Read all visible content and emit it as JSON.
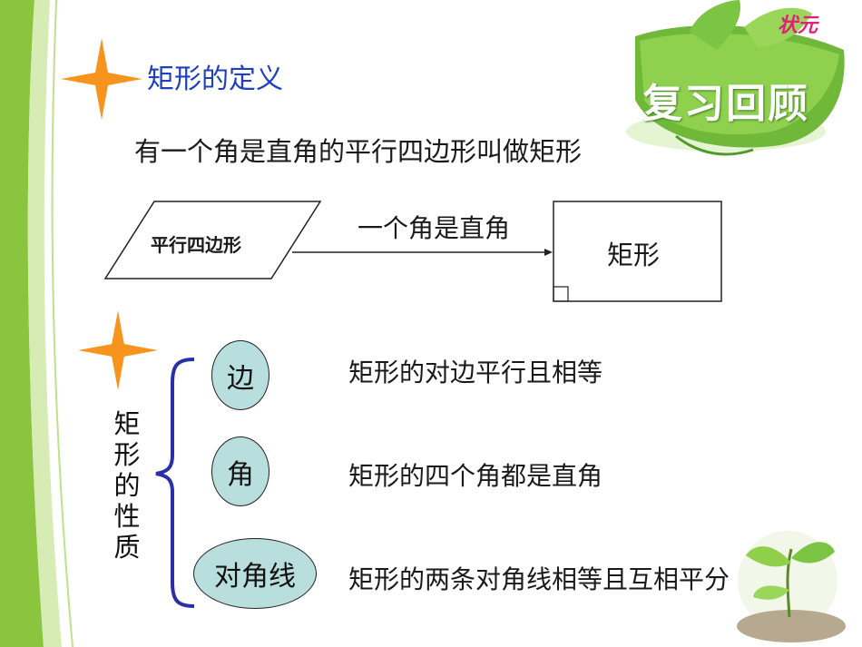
{
  "badge": {
    "title": "复习回顾",
    "brand": "状元"
  },
  "definition": {
    "heading": "矩形的定义",
    "statement": "有一个角是直角的平行四边形叫做矩形"
  },
  "diagram": {
    "source_shape": "平行四边形",
    "arrow_label": "一个角是直角",
    "target_shape": "矩形"
  },
  "properties": {
    "side_label": "矩形的性质",
    "items": [
      {
        "tag": "边",
        "text": "矩形的对边平行且相等"
      },
      {
        "tag": "角",
        "text": "矩形的四个角都是直角"
      },
      {
        "tag": "对角线",
        "text": "矩形的两条对角线相等且互相平分"
      }
    ]
  },
  "colors": {
    "green": "#8bc53f",
    "star": "#f7941d",
    "heading": "#1f3fbf",
    "ellipse_fill": "#b9dede",
    "badge_text": "#ffffff",
    "brace": "#2a2ea8"
  }
}
